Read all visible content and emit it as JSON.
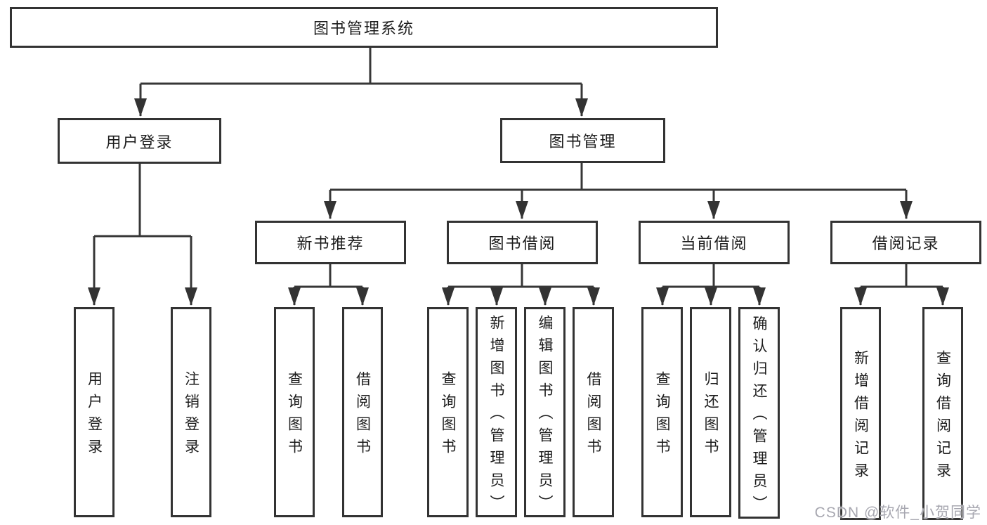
{
  "root": {
    "label": "图书管理系统"
  },
  "branches": {
    "user": {
      "label": "用户登录",
      "children": [
        "用户登录",
        "注销登录"
      ]
    },
    "book": {
      "label": "图书管理"
    }
  },
  "book_sections": [
    {
      "label": "新书推荐",
      "children": [
        "查询图书",
        "借阅图书"
      ]
    },
    {
      "label": "图书借阅",
      "children": [
        "查询图书",
        "新增图书（管理员）",
        "编辑图书（管理员）",
        "借阅图书"
      ]
    },
    {
      "label": "当前借阅",
      "children": [
        "查询图书",
        "归还图书",
        "确认归还（管理员）"
      ]
    },
    {
      "label": "借阅记录",
      "children": [
        "新增借阅记录",
        "查询借阅记录"
      ]
    }
  ],
  "watermark": "CSDN @软件_小贺同学",
  "colors": {
    "line": "#373737",
    "box_border": "#333333",
    "text": "#1c1c1c",
    "watermark": "#a7a7b0",
    "background": "#ffffff"
  }
}
